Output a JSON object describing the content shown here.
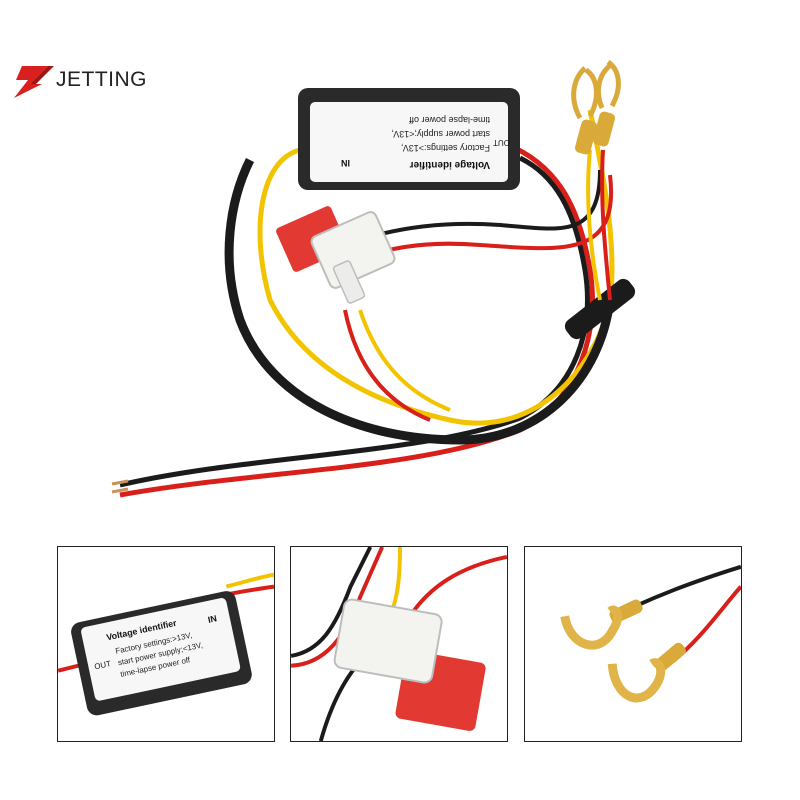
{
  "brand": {
    "name": "JETTING",
    "accent": "#d8201f"
  },
  "product": {
    "module_title": "Voltage identifier",
    "in_label": "IN",
    "out_label": "OUT",
    "lines": [
      "Factory settings:>13V,",
      "start power supply;<13V,",
      "time-lapse power off"
    ]
  },
  "colors": {
    "wire_red": "#d81f1a",
    "wire_black": "#1b1b1b",
    "wire_yellow": "#f2c400",
    "fuse_red": "#e23a33",
    "module_body": "#2a2a2a",
    "terminal_gold": "#d9a93a"
  },
  "thumbnails": [
    {
      "name": "module-closeup"
    },
    {
      "name": "fuse-tap-closeup"
    },
    {
      "name": "fork-terminals-closeup"
    }
  ]
}
